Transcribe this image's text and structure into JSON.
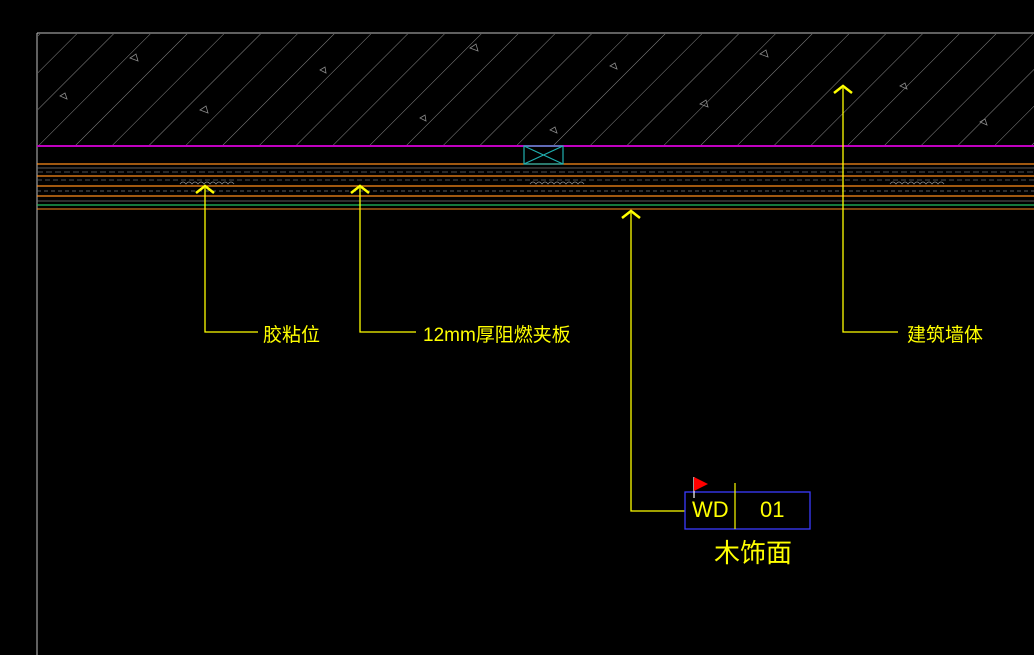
{
  "drawing": {
    "background": "#000000",
    "colors": {
      "frame": "#bfbfbf",
      "hatch": "#8a8a8a",
      "magenta_line": "#c000c0",
      "orange_line": "#ff8c1a",
      "green_line": "#20c060",
      "cyan_box": "#20b0b0",
      "leader": "#ffff00",
      "tag_border": "#3a3aff",
      "flag": "#ff0000"
    },
    "labels": {
      "glue_position": "胶粘位",
      "fire_board": "12mm厚阻燃夹板",
      "building_wall": "建筑墙体"
    },
    "material_tag": {
      "code": "WD",
      "number": "01",
      "name": "木饰面"
    }
  }
}
